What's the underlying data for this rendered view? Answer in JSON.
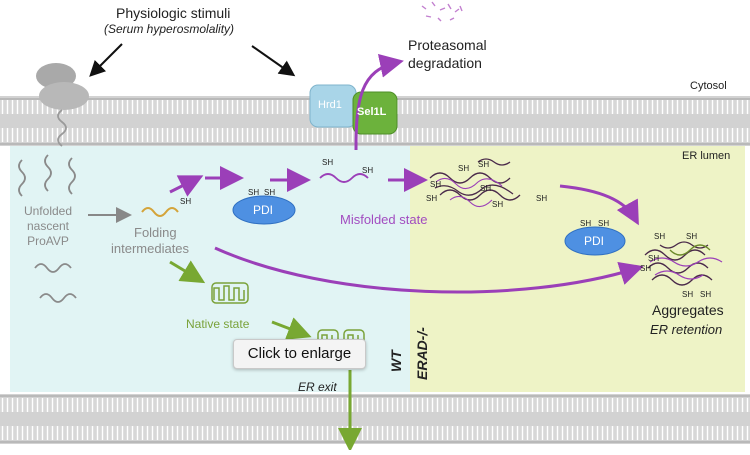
{
  "labels": {
    "stimuli_title": "Physiologic stimuli",
    "stimuli_subtitle": "(Serum hyperosmolality)",
    "proteasomal_1": "Proteasomal",
    "proteasomal_2": "degradation",
    "cytosol": "Cytosol",
    "er_lumen": "ER lumen",
    "hrd1": "Hrd1",
    "sel1l": "Sel1L",
    "unfolded_1": "Unfolded",
    "unfolded_2": "nascent",
    "unfolded_3": "ProAVP",
    "folding_1": "Folding",
    "folding_2": "intermediates",
    "misfolded": "Misfolded state",
    "native": "Native state",
    "pdi_left": "PDI",
    "pdi_right": "PDI",
    "aggregates": "Aggregates",
    "er_retention": "ER retention",
    "er_exit": "ER exit",
    "wt": "WT",
    "erad": "ERAD-/-",
    "sh": "SH"
  },
  "tooltip": {
    "text": "Click to enlarge"
  },
  "colors": {
    "membrane": "#c8c8c8",
    "lumen_left": "#dff3f3",
    "lumen_right": "#eef3c8",
    "purple": "#9b3fb8",
    "green": "#78a832",
    "pdi": "#4f8fe0",
    "hrd1": "#a8d4e6",
    "sel1l": "#6ab03a"
  }
}
